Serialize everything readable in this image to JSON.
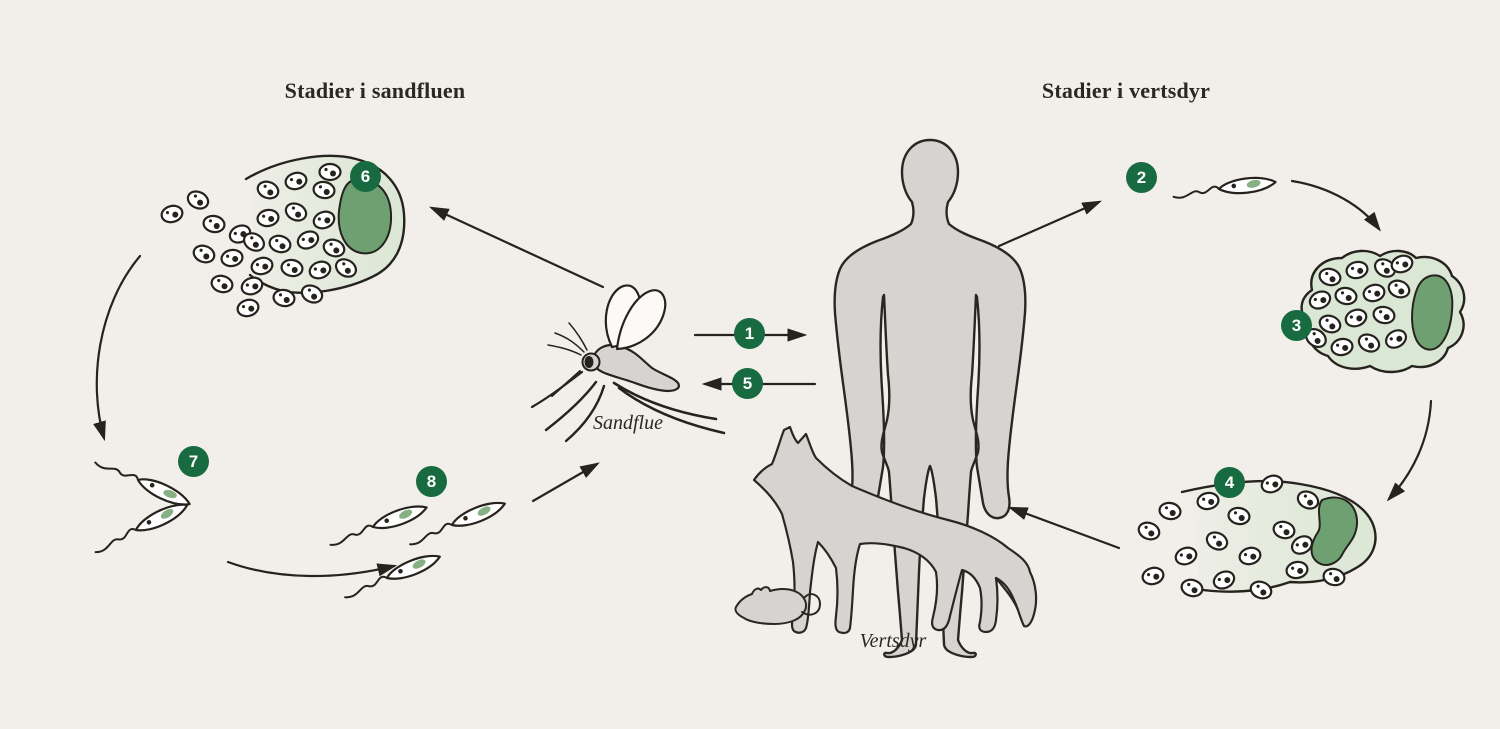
{
  "diagram": {
    "left_title": "Stadier i sandfluen",
    "right_title": "Stadier i vertsdyr",
    "sandfly_label": "Sandflue",
    "host_label": "Vertsdyr"
  },
  "steps": [
    {
      "number": "1"
    },
    {
      "number": "2"
    },
    {
      "number": "3"
    },
    {
      "number": "4"
    },
    {
      "number": "5"
    },
    {
      "number": "6"
    },
    {
      "number": "7"
    },
    {
      "number": "8"
    }
  ],
  "colors": {
    "background": "#f2efea",
    "badge_green": "#186b40",
    "cell_fill_green": "#dbe7d5",
    "cell_nucleus_green": "#6fa072",
    "promastigote_nucleus_green": "#85b184",
    "silhouette_gray": "#d6d4d1",
    "outline": "#26231f",
    "text": "#2b2721"
  }
}
